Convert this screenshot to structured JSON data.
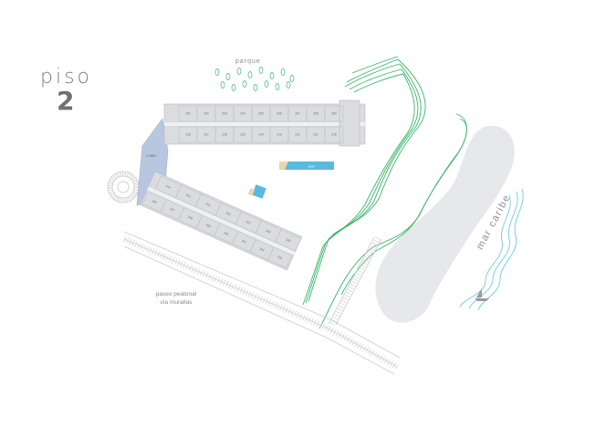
{
  "floor": {
    "word": "piso",
    "number": "2"
  },
  "labels": {
    "park": "parque",
    "promenade_line1": "paseo peatonal",
    "promenade_line2": "vía murallas",
    "sea": "mar caribe",
    "lobby": "LOBBY",
    "pool": "pool"
  },
  "units": {
    "row1": [
      "201",
      "202",
      "203",
      "204",
      "205",
      "206",
      "207",
      "208",
      "209"
    ],
    "row2": [
      "218",
      "217",
      "216",
      "215",
      "214",
      "213",
      "212",
      "211",
      "210"
    ],
    "row3": [
      "219",
      "220",
      "221",
      "222",
      "223",
      "224",
      "225"
    ],
    "row4": [
      "226",
      "227",
      "228",
      "229",
      "230",
      "231",
      "232",
      "233"
    ]
  },
  "colors": {
    "building": "#dadcdf",
    "building_stroke": "#b9bdc2",
    "water": "#e6e8eb",
    "green": "#3bb56b",
    "wave": "#5fc4e0",
    "pool": "#5ab9dc",
    "lobby": "#b9c6df",
    "text": "#7d7d7d"
  },
  "icons": [
    "tree-icon",
    "sailboat-icon",
    "roundabout-icon"
  ]
}
